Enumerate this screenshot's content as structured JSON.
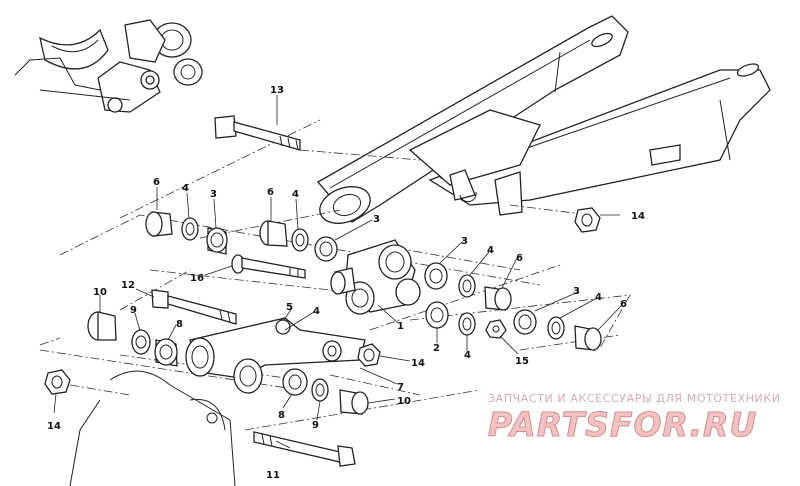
{
  "callouts": [
    {
      "id": "c13",
      "label": "13"
    },
    {
      "id": "c6a",
      "label": "6"
    },
    {
      "id": "c4a",
      "label": "4"
    },
    {
      "id": "c3a",
      "label": "3"
    },
    {
      "id": "c6b",
      "label": "6"
    },
    {
      "id": "c4b",
      "label": "4"
    },
    {
      "id": "c3b",
      "label": "3"
    },
    {
      "id": "c14a",
      "label": "14"
    },
    {
      "id": "c16",
      "label": "16"
    },
    {
      "id": "c3c",
      "label": "3"
    },
    {
      "id": "c4c",
      "label": "4"
    },
    {
      "id": "c6c",
      "label": "6"
    },
    {
      "id": "c12",
      "label": "12"
    },
    {
      "id": "c10a",
      "label": "10"
    },
    {
      "id": "c9a",
      "label": "9"
    },
    {
      "id": "c8a",
      "label": "8"
    },
    {
      "id": "c5",
      "label": "5"
    },
    {
      "id": "c4d",
      "label": "4"
    },
    {
      "id": "c1",
      "label": "1"
    },
    {
      "id": "c2",
      "label": "2"
    },
    {
      "id": "c4e",
      "label": "4"
    },
    {
      "id": "c3d",
      "label": "3"
    },
    {
      "id": "c4f",
      "label": "4"
    },
    {
      "id": "c6d",
      "label": "6"
    },
    {
      "id": "c15",
      "label": "15"
    },
    {
      "id": "c14b",
      "label": "14"
    },
    {
      "id": "c7",
      "label": "7"
    },
    {
      "id": "c14c",
      "label": "14"
    },
    {
      "id": "c8b",
      "label": "8"
    },
    {
      "id": "c9b",
      "label": "9"
    },
    {
      "id": "c10b",
      "label": "10"
    },
    {
      "id": "c11",
      "label": "11"
    }
  ],
  "watermark": {
    "tagline": "ЗАПЧАСТИ И АКСЕССУАРЫ ДЛЯ МОТОТЕХНИКИ",
    "logo": "PARTSFOR.RU"
  }
}
